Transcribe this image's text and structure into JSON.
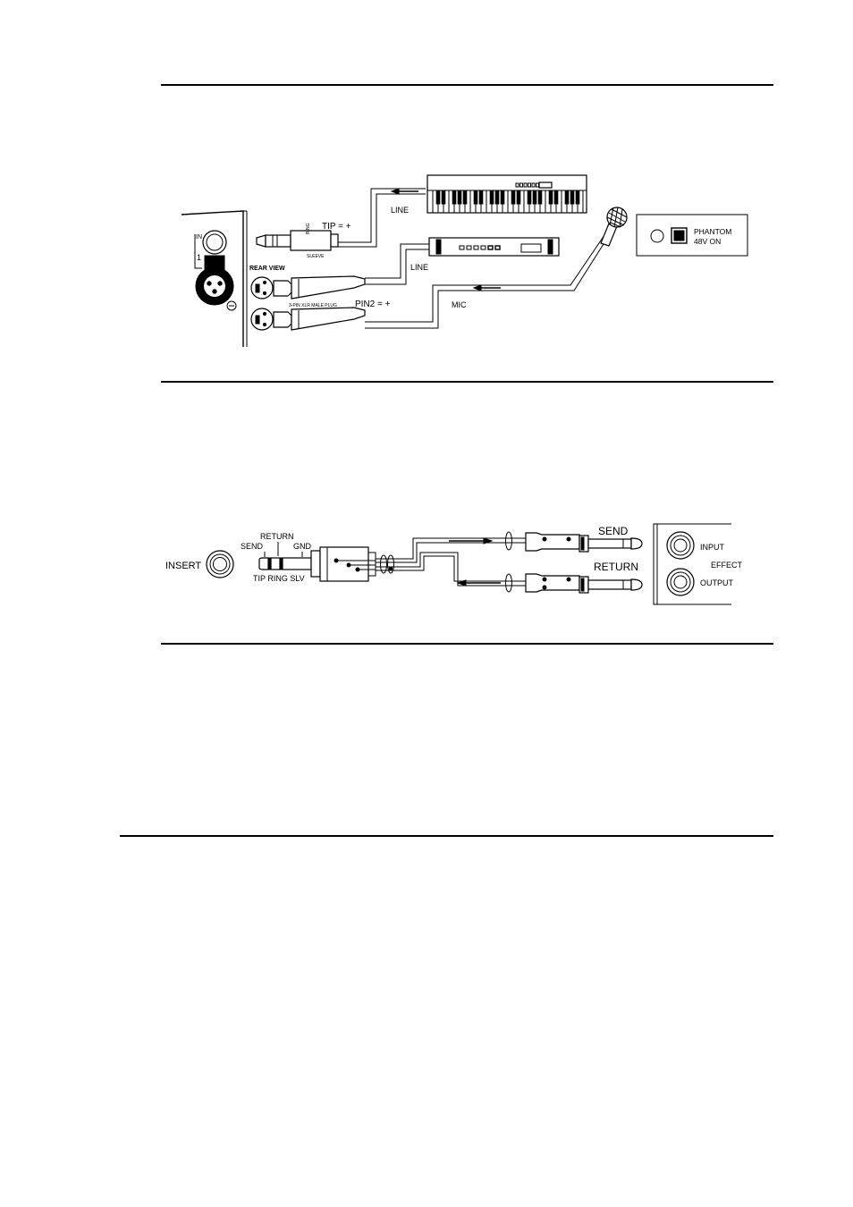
{
  "input_diagram": {
    "channel_panel": {
      "in_label": "IN",
      "channel_number": "1"
    },
    "trs_plug": {
      "ring_label": "RING",
      "sleeve_label": "SLEEVE",
      "tip_label": "TIP = +"
    },
    "xlr": {
      "rear_view_label": "REAR VIEW",
      "plug_label": "3-PIN XLR MALE PLUG",
      "pin_label": "PIN2 = +"
    },
    "cables": {
      "keyboard_line": "LINE",
      "module_line": "LINE",
      "mic": "MIC"
    },
    "phantom": {
      "line1": "PHANTOM",
      "line2": "48V  ON"
    }
  },
  "insert_diagram": {
    "insert_label": "INSERT",
    "plug_labels": {
      "send": "SEND",
      "return": "RETURN",
      "gnd": "GND",
      "tip_ring_slv": "TIP  RING  SLV"
    },
    "send_plug_label": "SEND",
    "return_plug_label": "RETURN",
    "effect": {
      "input": "INPUT",
      "effect": "EFFECT",
      "output": "OUTPUT"
    }
  }
}
